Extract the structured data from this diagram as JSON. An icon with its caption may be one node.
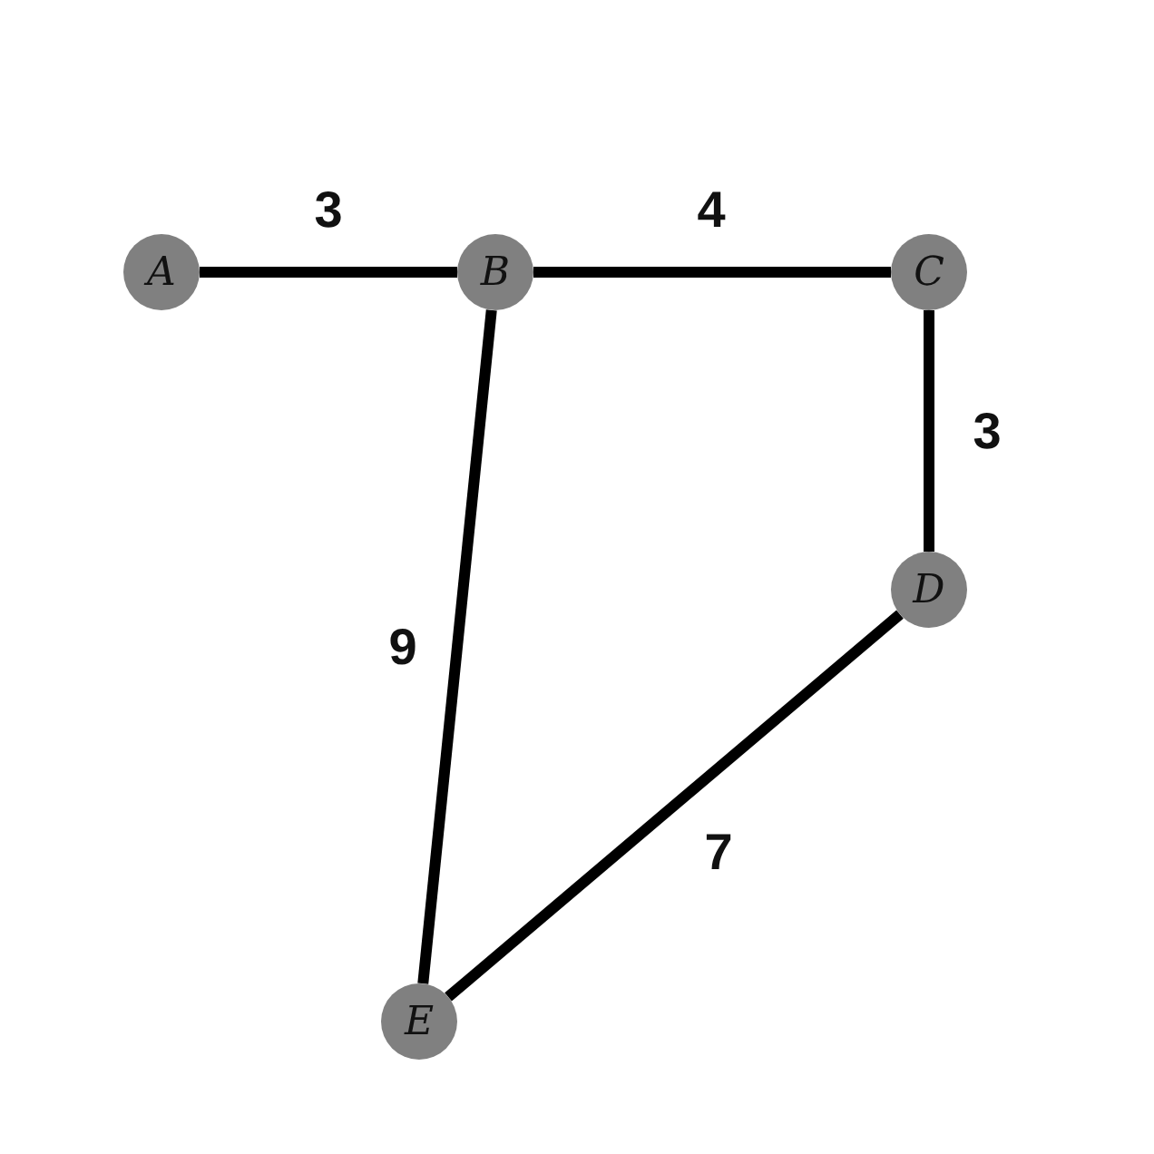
{
  "diagram": {
    "nodes": [
      {
        "text": [
          "A"
        ]
      },
      {
        "text": [
          "B"
        ]
      },
      {
        "text": [
          "C"
        ]
      },
      {
        "text": [
          "D"
        ]
      },
      {
        "text": [
          "E"
        ]
      }
    ],
    "edges": [
      {
        "from": 0,
        "to": 1,
        "arrow": "none",
        "label": "3"
      },
      {
        "from": 1,
        "to": 2,
        "arrow": "none",
        "label": "4"
      },
      {
        "from": 2,
        "to": 3,
        "arrow": "none",
        "label": "3"
      },
      {
        "from": 1,
        "to": 4,
        "arrow": "none",
        "label": "9"
      },
      {
        "from": 3,
        "to": 4,
        "arrow": "none",
        "label": "7"
      }
    ]
  }
}
